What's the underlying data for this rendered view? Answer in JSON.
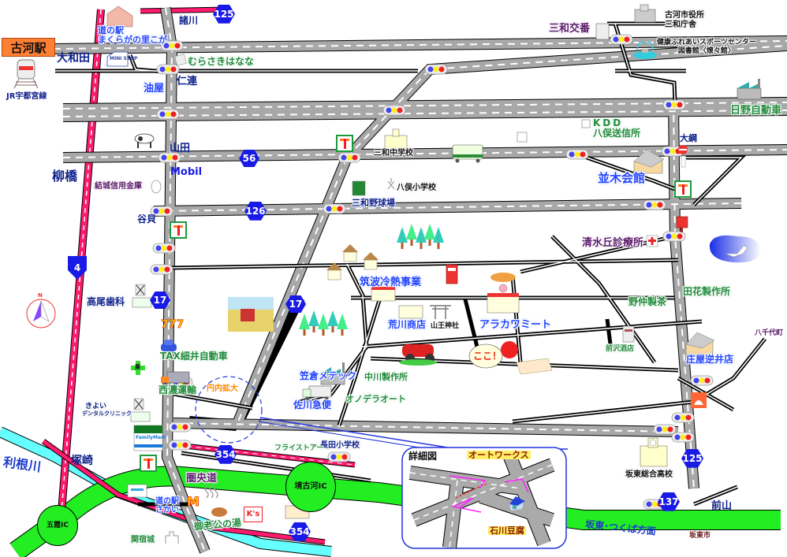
{
  "map": {
    "station": {
      "name": "古河駅",
      "line": "JR宇都宮線"
    },
    "areas": {
      "ohwada": "大和田",
      "morokawa": "諸川",
      "niren": "仁連",
      "aburaya": "油屋",
      "yamada": "山田",
      "yanagibashi": "柳橋",
      "yagai": "谷貝",
      "tsukazaki": "塚崎",
      "omi": "大綱",
      "maeyama": "前山",
      "yachiyo": "八千代町",
      "bando_city": "坂東市"
    },
    "routes": {
      "r125_top": "125",
      "r56": "56",
      "r126": "126",
      "r4": "4",
      "r17a": "17",
      "r17b": "17",
      "r354a": "354",
      "r354b": "354",
      "r125_bottom": "125",
      "r137": "137"
    },
    "places": {
      "michinoeki_makuragasato_1": "道の駅",
      "michinoeki_makuragasato_2": "まくらがの里こが",
      "ministop": "MINI STOP",
      "murasaki": "むらさきはなな",
      "mobil": "Mobil",
      "yuki_shinkin": "結城信用金庫",
      "sanwa_koban": "三和交番",
      "city_hall_1": "古河市役所",
      "city_hall_2": "三和庁舎",
      "sports_center_1": "健康ふれあいスポーツセンター",
      "sports_center_2": "図書館〈燎々館〉",
      "hino": "日野自動車",
      "kdd_1": "KDD",
      "kdd_2": "八俣送信所",
      "namiki_kaikan": "並木会館",
      "sanwa_jhs": "三和中学校",
      "yamata_es": "八俣小学校",
      "sanwa_stadium": "三和野球場",
      "shimizu_clinic": "清水丘診療所",
      "tsukuba_reinetsu": "筑波冷熱事業",
      "arakawa_shoten": "荒川商店",
      "sanno_shrine": "山王神社",
      "arakawa_meat": "アラカワミート",
      "koko": "ここ！",
      "tahana": "田花製作所",
      "nonaka": "野仲製茶",
      "maezawa": "前沢酒店",
      "shoya": "庄屋逆井店",
      "takao_dental": "高尾歯科",
      "tax_hosoi": "TAX細井自動車",
      "seino": "西濃運輸",
      "ennai": "円内拡大",
      "kiyoi_1": "きよい",
      "kiyoi_2": "デンタルクリニック",
      "familymart": "FamilyMart",
      "kasakura": "笠倉メテック",
      "nakagawa": "中川製作所",
      "onodera": "オノデラオート",
      "sagawa": "佐川急便",
      "nagata_es": "長田小学校",
      "fried_store": "フライストアー",
      "kenodo": "圏央道",
      "sakai_koga_ic": "境古河IC",
      "goka_ic": "五霞IC",
      "tonegawa": "利根川",
      "michinoeki_sakai_1": "道の駅",
      "michinoeki_sakai_2": "さかい",
      "goroukou": "御老公の湯",
      "sekiyado": "関宿城",
      "bando_hs": "坂東総合高校",
      "bando_tsukuba": "坂東･つくば方面",
      "ks": "K's",
      "pharmacy": "薬"
    },
    "detail": {
      "title": "詳細図",
      "autoworks": "オートワークス",
      "ishikawa": "石川豆腐"
    },
    "compass": "N"
  },
  "colors": {
    "station_orange": "#ff8033",
    "rail_pink": "#ff1a6e",
    "expressway_green": "#22ee22",
    "river_cyan": "#66ffff",
    "route_shield_blue": "#1a1ae6",
    "road_gray": "#a8a8a8"
  }
}
